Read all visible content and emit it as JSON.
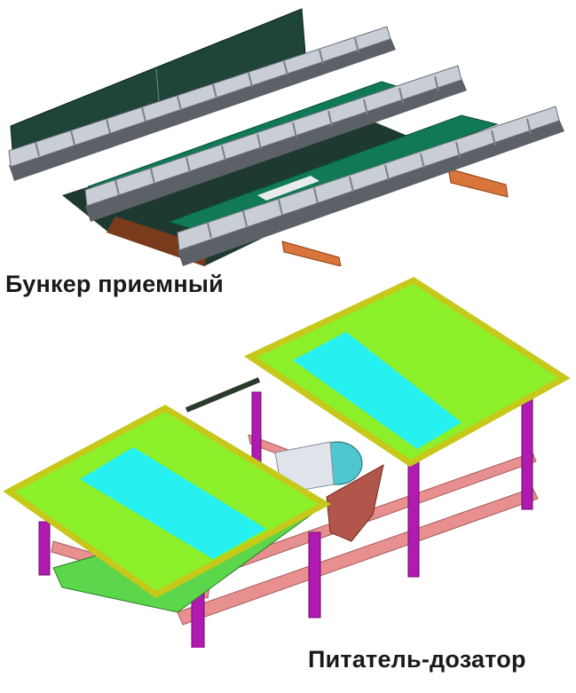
{
  "captions": {
    "hopper": "Бункер приемный",
    "feeder": "Питатель-дозатор"
  },
  "colors": {
    "steel": "#8f949c",
    "steel_dark": "#5c6168",
    "conveyor_belt": "#c9ced6",
    "grate_green": "#0f7a55",
    "wall_dark": "#1f4438",
    "support_orange": "#d9743a",
    "hopper_green": "#8bf02a",
    "hopper_rim": "#c6c81a",
    "divider_cyan": "#26f0f0",
    "leg_magenta": "#b01ab0",
    "frame_pink": "#e89090",
    "motor_teal": "#4fc7d1",
    "gearbox_brown": "#b2554a"
  },
  "figures": {
    "top": "hopper-3d-render",
    "bottom": "feeder-3d-render"
  }
}
